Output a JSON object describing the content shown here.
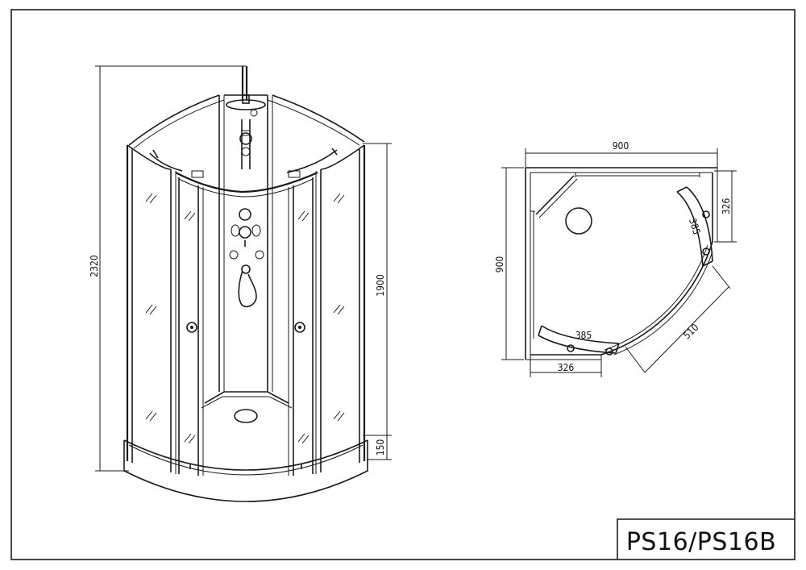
{
  "title_block": {
    "model": "PS16/PS16B"
  },
  "front_view": {
    "dimensions": {
      "total_height": "2320",
      "glass_height": "1900",
      "tray_height": "150"
    }
  },
  "plan_view": {
    "dimensions": {
      "width": "900",
      "depth": "900",
      "side_panel_right": "326",
      "side_panel_bottom": "326",
      "door_arc_right": "385",
      "door_arc_bottom": "385",
      "door_opening": "510"
    }
  }
}
